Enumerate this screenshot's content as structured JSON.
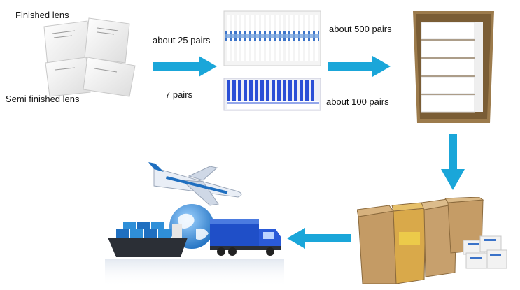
{
  "labels": {
    "finished_lens": "Finished lens",
    "semi_finished_lens": "Semi finished lens",
    "about_25_pairs": "about 25  pairs",
    "pairs_7": "7 pairs",
    "about_500_pairs": "about 500 pairs",
    "about_100_pairs": "about 100 pairs"
  },
  "colors": {
    "arrow": "#1aa6d9",
    "carton": "#b08a5a",
    "lens_box_blue": "#2a4fd6",
    "truck_blue": "#1f4fc8",
    "globe_blue": "#2f8fd8"
  },
  "icons": {
    "arrow_1": "arrow-right-icon",
    "arrow_2": "arrow-right-icon",
    "arrow_3": "arrow-down-icon",
    "arrow_4": "arrow-left-icon",
    "airplane": "airplane-icon",
    "ship": "cargo-ship-icon",
    "truck": "truck-icon",
    "globe": "globe-icon"
  }
}
